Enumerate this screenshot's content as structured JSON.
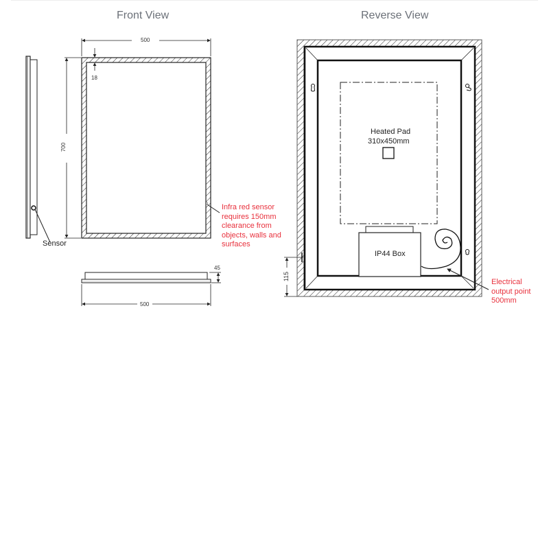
{
  "views": {
    "front": {
      "title": "Front View",
      "width_dim": "500",
      "height_dim": "700",
      "frame_dim": "18",
      "sensor_label": "Sensor",
      "depth_dim": "45",
      "bottom_width_dim": "500",
      "sensor_note": [
        "Infra red sensor",
        "requires 150mm",
        "clearance from",
        "objects, walls and",
        "surfaces"
      ]
    },
    "reverse": {
      "title": "Reverse View",
      "heated_pad_label": "Heated Pad",
      "heated_pad_size": "310x450mm",
      "box_label": "IP44 Box",
      "offset_dim": "115",
      "electrical_note": [
        "Electrical",
        "output point",
        "500mm"
      ]
    }
  },
  "colors": {
    "title": "#6b7078",
    "note": "#e8303c",
    "line": "#111111"
  }
}
